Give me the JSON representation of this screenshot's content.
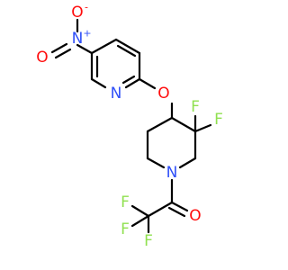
{
  "molecule": {
    "atom_labels": {
      "nitro_n": "N",
      "nitro_n_charge": "+",
      "nitro_o_single": "O",
      "nitro_o_single_charge": "-",
      "nitro_o_double": "O",
      "pyridine_n": "N",
      "ether_o": "O",
      "f_ring_a": "F",
      "f_ring_b": "F",
      "piperidine_n": "N",
      "carbonyl_o": "O",
      "cf3_f_a": "F",
      "cf3_f_b": "F",
      "cf3_f_c": "F"
    },
    "colors": {
      "bond": "#000000",
      "nitrogen": "#3050F8",
      "oxygen": "#FF0D0D",
      "fluorine": "#90E050"
    }
  }
}
